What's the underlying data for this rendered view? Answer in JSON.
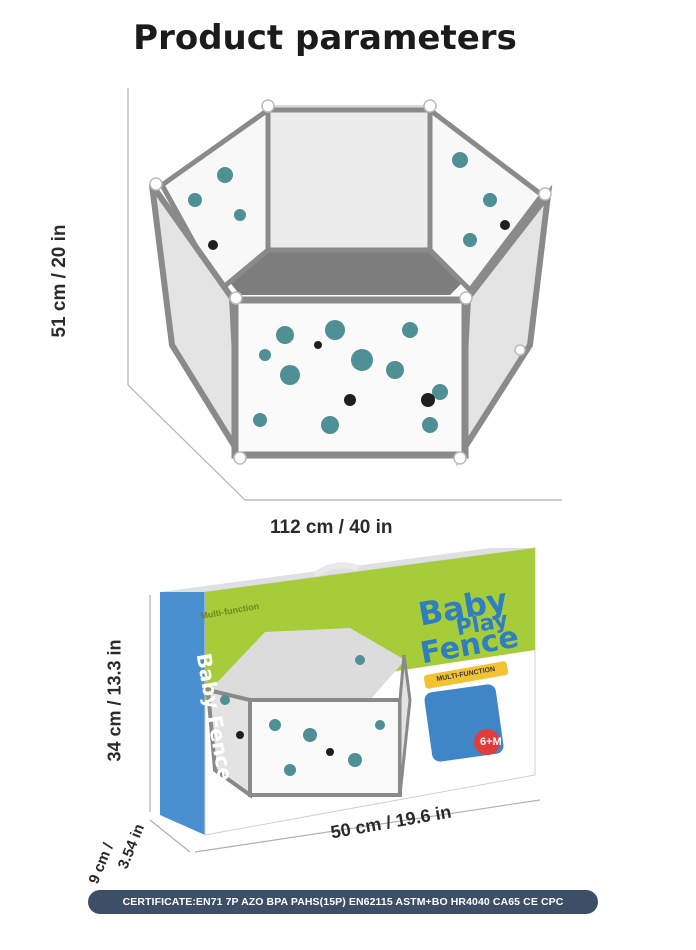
{
  "title": "Product parameters",
  "dimensions": {
    "playpen_height": "51 cm / 20 in",
    "playpen_width": "112 cm / 40 in",
    "box_height": "34 cm / 13.3 in",
    "box_width": "50 cm / 19.6 in",
    "box_depth_cm": "9 cm /",
    "box_depth_in": "3.54 in"
  },
  "box": {
    "brand_line1": "Baby",
    "brand_line2": "Play",
    "brand_line3": "Fence",
    "multi_function_badge": "MULTI-FUNCTION",
    "multi_function_top": "Multi-function",
    "side_brand": "Baby Fence",
    "age": "6+M"
  },
  "certificate": "CERTIFICATE:EN71 7P AZO BPA  PAHS(15P) EN62115 ASTM+BO HR4040 CA65 CE CPC",
  "colors": {
    "frame_gray": "#8a8a8a",
    "panel_white": "#f4f4f4",
    "pattern_teal": "#4f8f96",
    "box_green": "#a6cc3a",
    "box_blue": "#4a8fd0",
    "cert_bar": "#3c4f66"
  }
}
